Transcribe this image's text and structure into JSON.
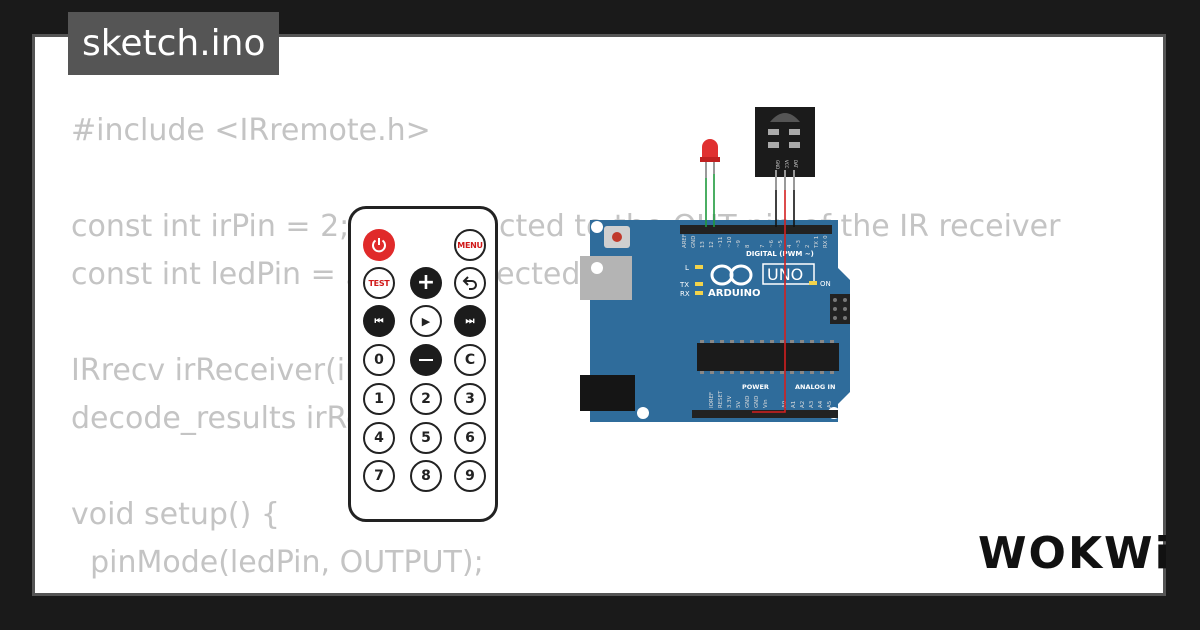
{
  "tab_title": "sketch.ino",
  "code_text": "#include <IRremote.h>\n\nconst int irPin = 2;   // connected to the OUT pin of the IR receiver\nconst int ledPin = 3;  // connected\n\nIRrecv irReceiver(irPin);\ndecode_results irResults;\n\nvoid setup() {\n  pinMode(ledPin, OUTPUT);\n  irReceiver.enableIRIn();",
  "remote": {
    "menu_label": "MENU",
    "test_label": "TEST",
    "c_label": "C",
    "digits": [
      "0",
      "1",
      "2",
      "3",
      "4",
      "5",
      "6",
      "7",
      "8",
      "9"
    ]
  },
  "board": {
    "brand": "ARDUINO",
    "model": "UNO",
    "digital_label": "DIGITAL (PWM ~)",
    "analog_label": "ANALOG IN",
    "power_label": "POWER",
    "on_label": "ON",
    "l_label": "L",
    "tx_label": "TX",
    "rx_label": "RX",
    "digital_pins": [
      "AREF",
      "GND",
      "13",
      "12",
      "~11",
      "~10",
      "~9",
      "8",
      "7",
      "~6",
      "~5",
      "4",
      "~3",
      "2",
      "TX 1",
      "RX 0"
    ],
    "power_pins": [
      "IOREF",
      "RESET",
      "3.3V",
      "5V",
      "GND",
      "GND",
      "Vin"
    ],
    "analog_pins": [
      "A0",
      "A1",
      "A2",
      "A3",
      "A4",
      "A5"
    ],
    "ir_pins": [
      "GND",
      "VCC",
      "DAT"
    ]
  },
  "logo": "WOKWi",
  "colors": {
    "board_blue": "#2f6c9b",
    "led_red": "#e03030",
    "code_gray": "#c4c4c4",
    "tab_bg": "#555555"
  }
}
